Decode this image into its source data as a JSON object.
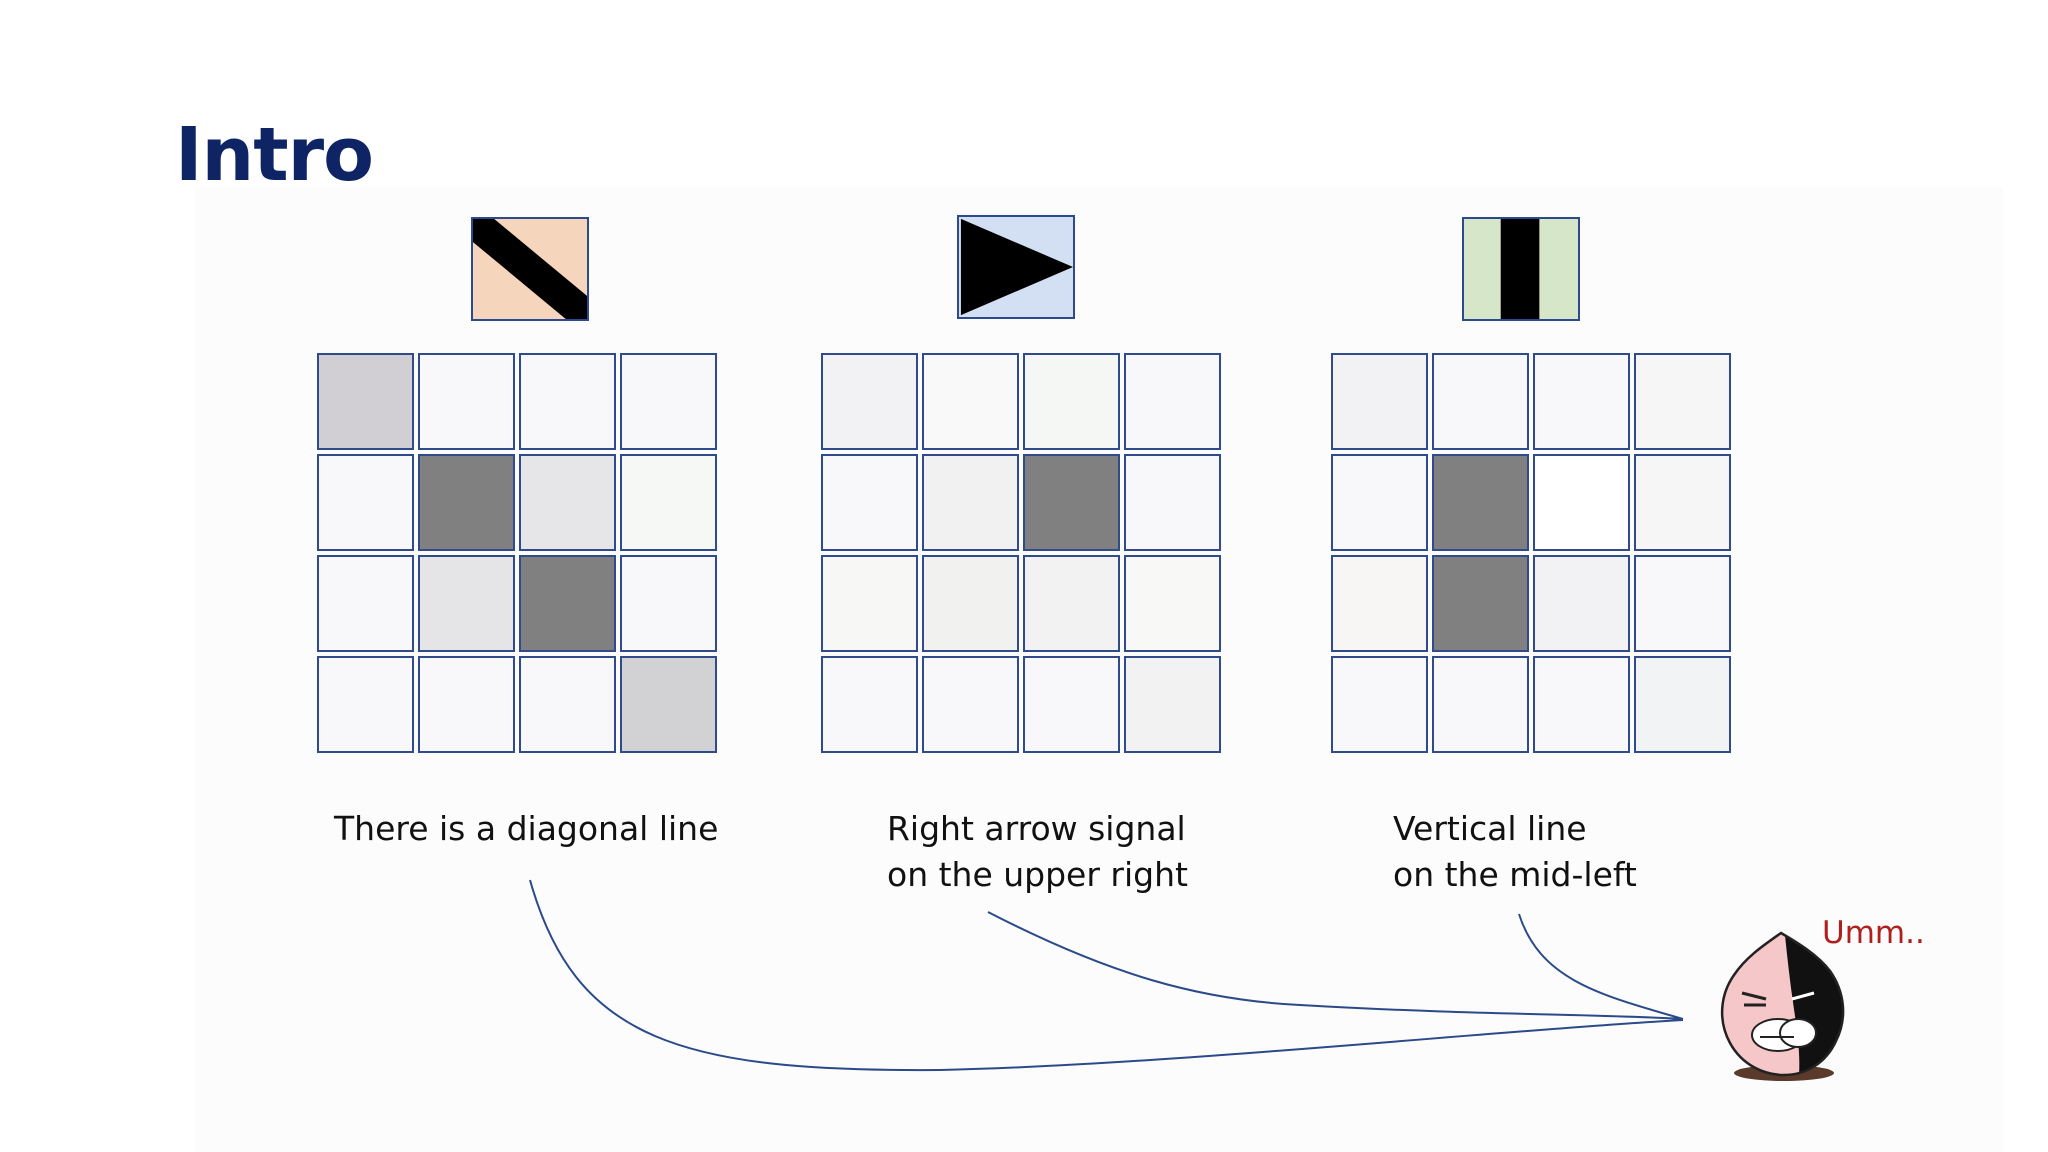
{
  "slide": {
    "title": "Intro"
  },
  "examples": [
    {
      "icon": "diagonal-line-icon",
      "icon_bg": "#f6d5bd",
      "caption_lines": [
        "There is a diagonal line"
      ],
      "cell_colors": [
        [
          "#d1cfd3",
          "#f8f8fa",
          "#f8f8fa",
          "#f8f8fa"
        ],
        [
          "#f8f8fa",
          "#808080",
          "#e6e6e8",
          "#f6f8f6"
        ],
        [
          "#f8f8fa",
          "#e5e5e7",
          "#808080",
          "#f8f8fa"
        ],
        [
          "#f8f8fa",
          "#f8f8fa",
          "#f8f8fa",
          "#d2d2d4"
        ]
      ]
    },
    {
      "icon": "right-arrow-icon",
      "icon_bg": "#d3dff2",
      "caption_lines": [
        "Right arrow signal",
        "on the upper right"
      ],
      "cell_colors": [
        [
          "#f2f2f5",
          "#f8f9f8",
          "#f5f7f4",
          "#f8f8fa"
        ],
        [
          "#f8f8fa",
          "#f1f1f1",
          "#808080",
          "#f8f8fa"
        ],
        [
          "#f7f7f5",
          "#f1f2f0",
          "#f2f2f2",
          "#f8f8f7"
        ],
        [
          "#f8f8fa",
          "#f8f8fa",
          "#f8f8fa",
          "#f2f2f3"
        ]
      ]
    },
    {
      "icon": "vertical-line-icon",
      "icon_bg": "#d6e6c8",
      "caption_lines": [
        "Vertical line",
        "on the mid-left"
      ],
      "cell_colors": [
        [
          "#f2f1f4",
          "#f8f8fa",
          "#f8f7f9",
          "#f6f6f7"
        ],
        [
          "#f8f8fa",
          "#808080",
          "#ffffff",
          "#f6f6f7"
        ],
        [
          "#f7f6f4",
          "#808080",
          "#f2f2f5",
          "#f8f8fa"
        ],
        [
          "#f8f8fa",
          "#f8f8fa",
          "#f8f8fa",
          "#f2f3f4"
        ]
      ]
    }
  ],
  "speech": {
    "text": "Umm.."
  },
  "colors": {
    "title": "#0e2465",
    "cell_border": "#2f4b8c",
    "connector": "#2b4a8a",
    "speech": "#b01e1e"
  }
}
